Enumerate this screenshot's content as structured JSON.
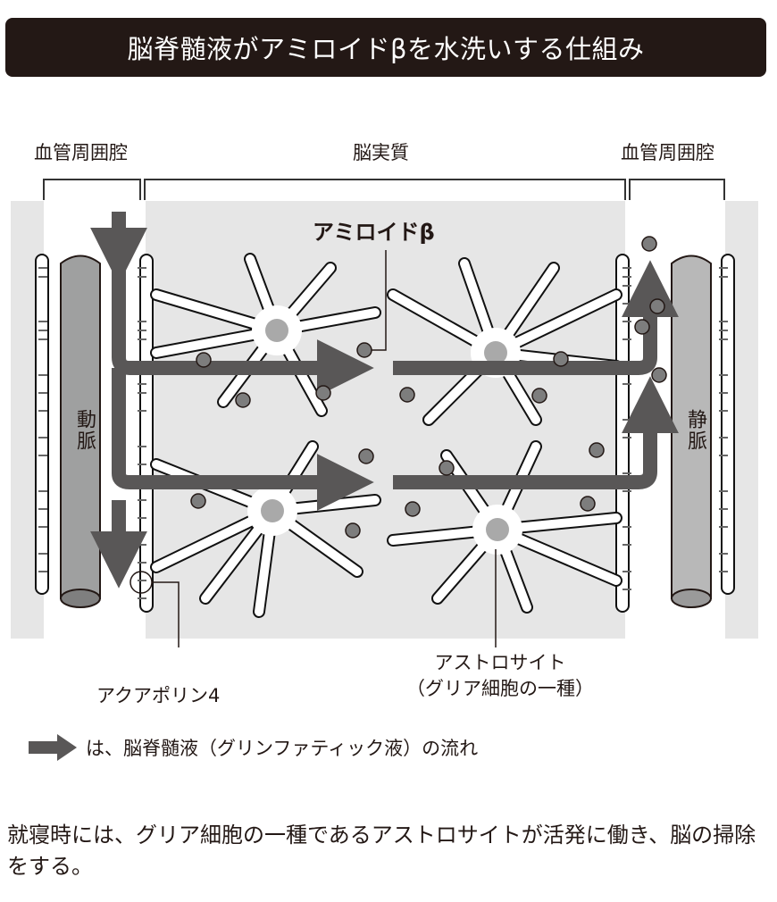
{
  "title": "脳脊髄液がアミロイドβを水洗いする仕組み",
  "regions": {
    "left": "血管周囲腔",
    "center": "脳実質",
    "right": "血管周囲腔"
  },
  "vessels": {
    "artery": "動脈",
    "vein": "静脈"
  },
  "labels": {
    "amyloid": "アミロイドβ",
    "aquaporin": "アクアポリン4",
    "astrocyte_line1": "アストロサイト",
    "astrocyte_line2": "（グリア細胞の一種）"
  },
  "legend": {
    "text": "は、脳脊髄液（グリンファティック液）の流れ"
  },
  "caption": "就寝時には、グリア細胞の一種であるアストロサイトが活発に働き、脳の掃除をする。",
  "colors": {
    "title_bg": "#231815",
    "flow_arrow": "#595757",
    "vessel": "#9fa0a0",
    "tissue_bg": "#e6e6e6",
    "amyloid_dot": "#7d7d7d",
    "nucleus": "#a9a9a9"
  }
}
